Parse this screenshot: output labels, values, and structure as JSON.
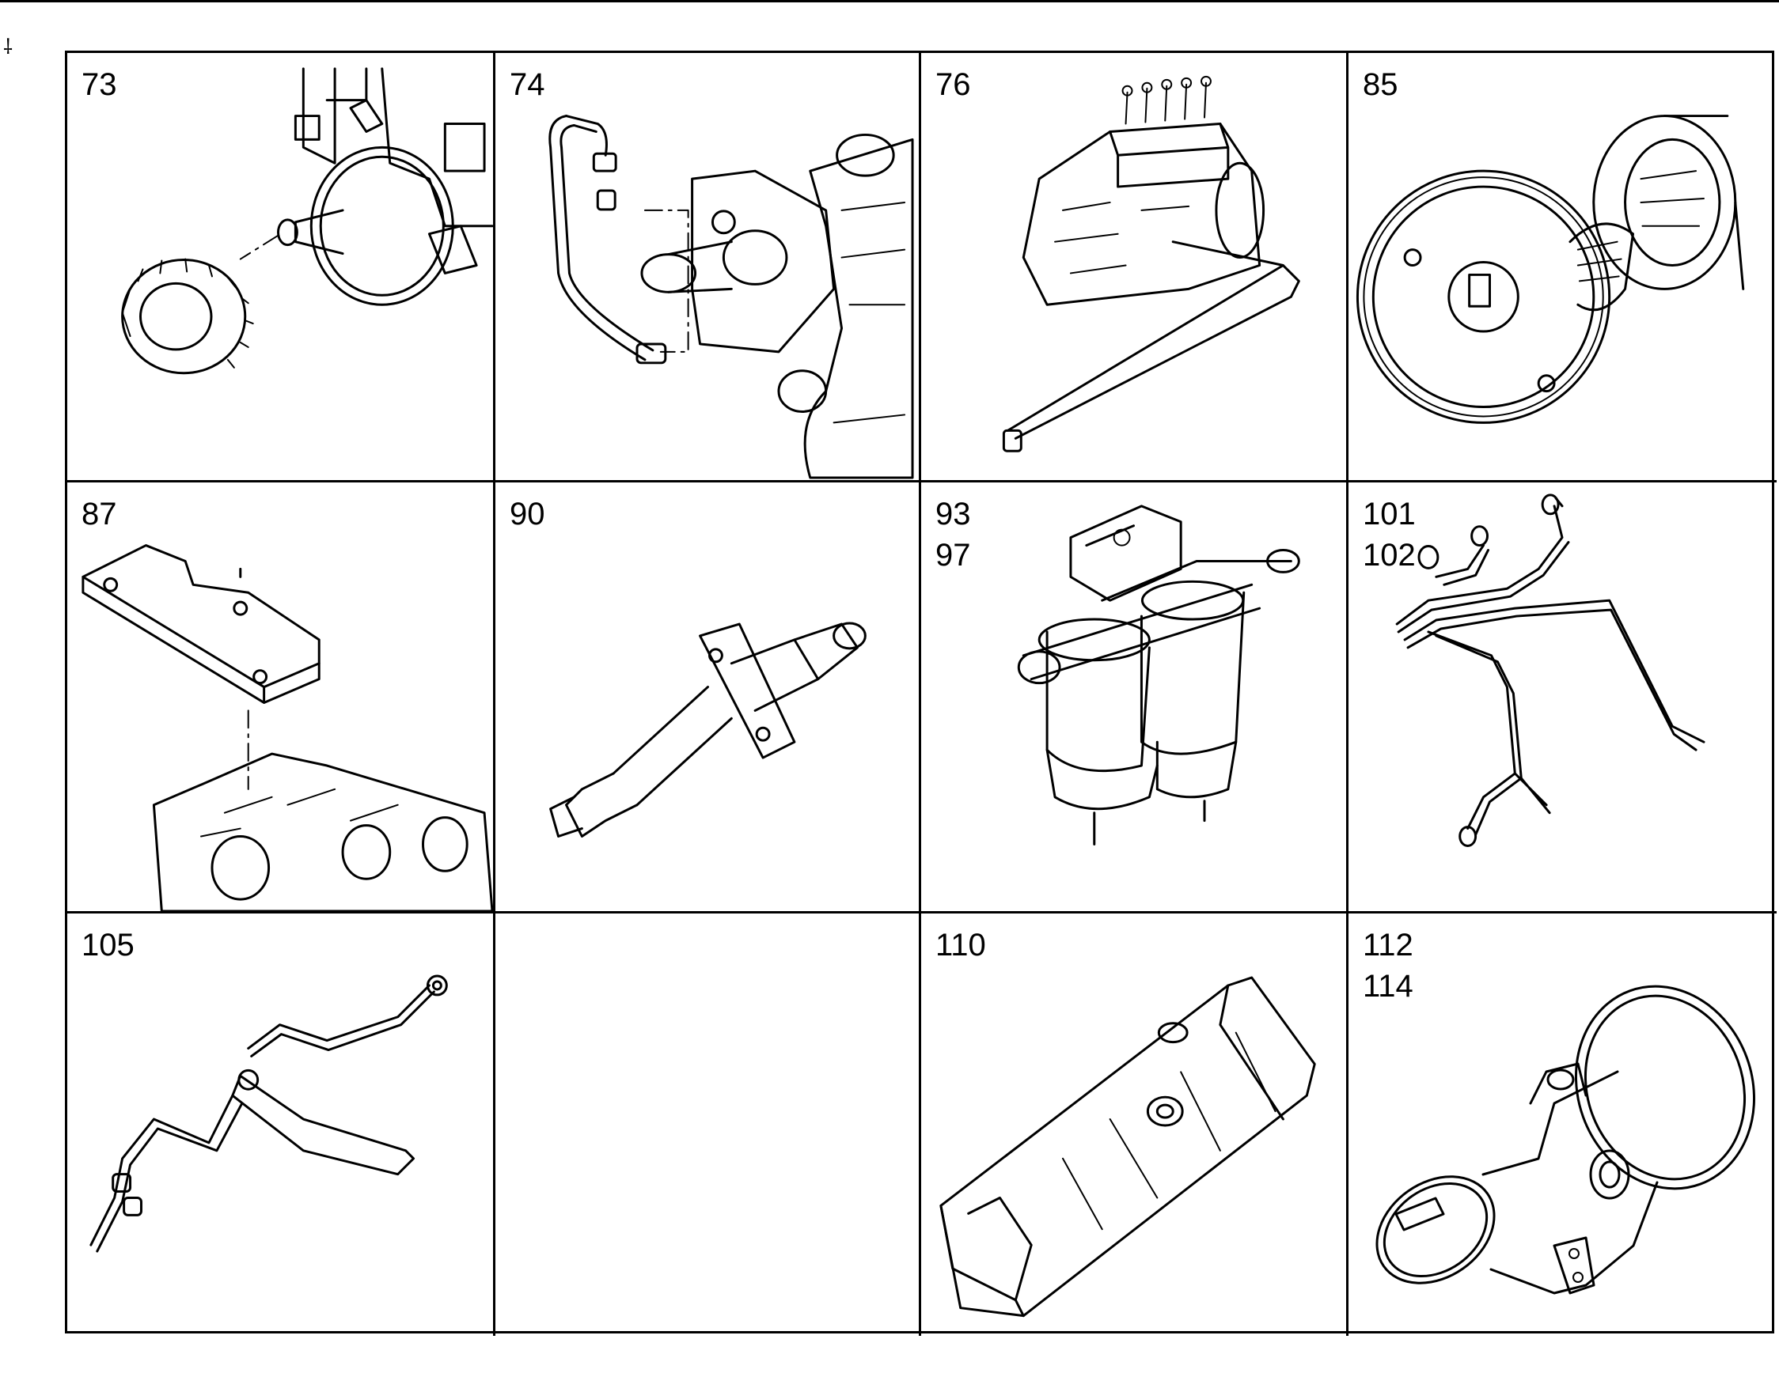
{
  "cells": [
    {
      "labels": [
        "73"
      ],
      "icon": "injection-pump-gear"
    },
    {
      "labels": [
        "74"
      ],
      "icon": "pump-with-pipe"
    },
    {
      "labels": [
        "76"
      ],
      "icon": "inline-injection-pump"
    },
    {
      "labels": [
        "85"
      ],
      "icon": "gear-and-coupling"
    },
    {
      "labels": [
        "87"
      ],
      "icon": "cover-plate-on-block"
    },
    {
      "labels": [
        "90"
      ],
      "icon": "injector-nozzle"
    },
    {
      "labels": [
        "93",
        "97"
      ],
      "icon": "twin-fuel-filter"
    },
    {
      "labels": [
        "101",
        "102"
      ],
      "icon": "injection-pipe-set"
    },
    {
      "labels": [
        "105"
      ],
      "icon": "injector-with-pipe"
    },
    {
      "labels": [],
      "icon": "empty"
    },
    {
      "labels": [
        "110"
      ],
      "icon": "intake-manifold"
    },
    {
      "labels": [
        "112",
        "114"
      ],
      "icon": "elbow-housing"
    }
  ]
}
